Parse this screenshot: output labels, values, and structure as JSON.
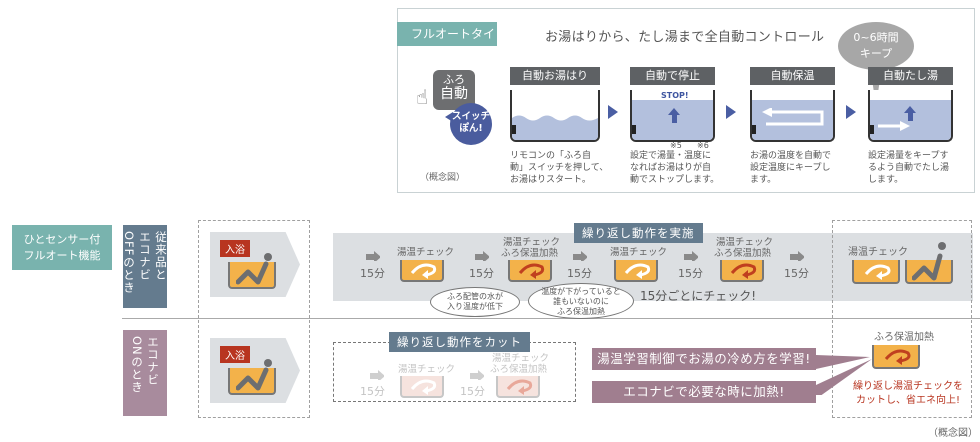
{
  "top": {
    "type_badge": "フルオートタイプ",
    "title": "お湯はりから、たし湯まで全自動コントロール",
    "keep_bubble": [
      "0~6時間",
      "キープ"
    ],
    "furo_button": [
      "ふろ",
      "自動"
    ],
    "switch_bubble": [
      "スイッチ",
      "ぽん!"
    ],
    "concept_label": "（概念図）",
    "stop_label": "STOP!",
    "notes": [
      "※5",
      "※6"
    ],
    "steps": [
      {
        "title": "自動お湯はり",
        "desc": [
          "リモコンの「ふろ自",
          "動」スイッチを押して、",
          "お湯はりスタート。"
        ]
      },
      {
        "title": "自動で停止",
        "desc": [
          "設定で湯量・温度に",
          "なればお湯はりが自",
          "動でストップします。"
        ]
      },
      {
        "title": "自動保温",
        "desc": [
          "お湯の温度を自動で",
          "設定温度にキープし",
          "ます。"
        ]
      },
      {
        "title": "自動たし湯",
        "desc": [
          "設定湯量をキープす",
          "るよう自動でたし湯",
          "します。"
        ]
      }
    ]
  },
  "lower": {
    "feature_label": [
      "ひとセンサー付",
      "フルオート機能"
    ],
    "row_off_label": [
      "従来品と",
      "エコナビ",
      "OFFのとき"
    ],
    "row_on_label": [
      "エコナビ",
      "ONのとき"
    ],
    "bath_label": "入浴",
    "interval": "15分",
    "check": "湯温チェック",
    "check_heat": [
      "湯温チェック",
      "ふろ保温加熱"
    ],
    "repeat_do": "繰り返し動作を実施",
    "repeat_cut": "繰り返し動作をカット",
    "every15": "15分ごとにチェック!",
    "bubble1": [
      "ふろ配管の水が",
      "入り温度が低下"
    ],
    "bubble2": [
      "温度が下がっていると",
      "誰もいないのに",
      "ふろ保温加熱"
    ],
    "end_check": "湯温チェック",
    "heat_only": "ふろ保温加熱",
    "learn": "湯温学習制御でお湯の冷め方を学習!",
    "econavi_heat": "エコナビで必要な時に加熱!",
    "result": [
      "繰り返し湯温チェックを",
      "カットし、省エネ向上!"
    ],
    "concept_label": "（概念図）"
  },
  "colors": {
    "teal": "#79b3ae",
    "slate": "#647b8e",
    "mauve": "#a07e8f",
    "water_blue": "#b3c0dd",
    "arrow_blue": "#4a5ea3",
    "orange": "#f3b24a",
    "red": "#b83520"
  }
}
